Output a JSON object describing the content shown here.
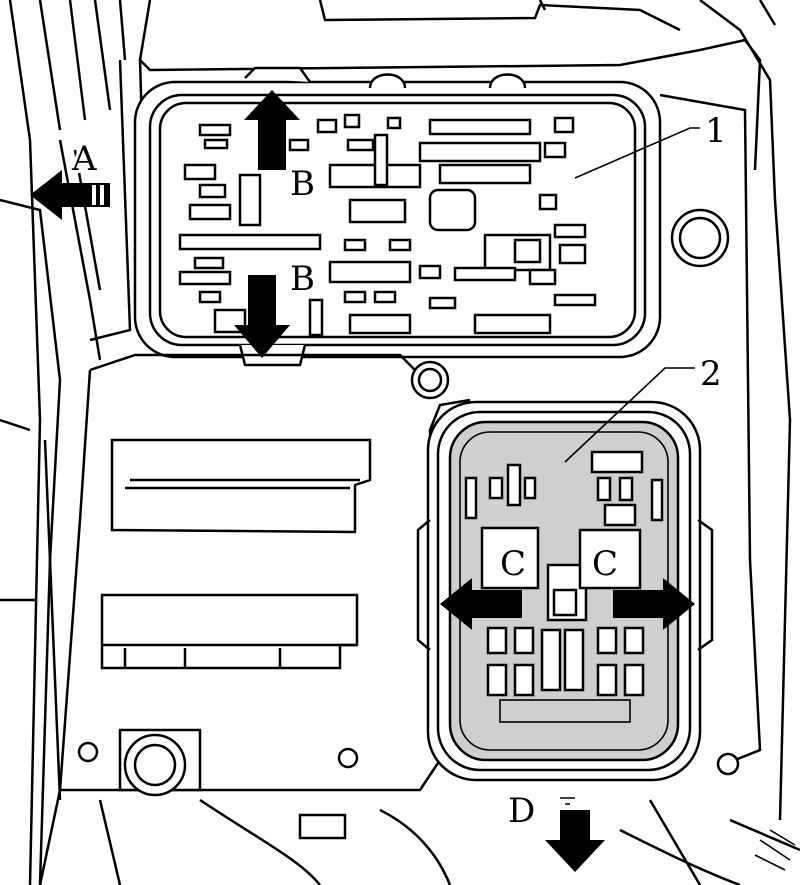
{
  "labels": {
    "part_1": "1",
    "part_2": "2",
    "arrow_a": "A",
    "arrow_b_top": "B",
    "arrow_b_bottom": "B",
    "arrow_c_left": "C",
    "arrow_c_right": "C",
    "arrow_d": "D"
  },
  "colors": {
    "line": "#000000",
    "background": "#ffffff",
    "connector_fill": "#cfcfcf",
    "arrow_fill": "#000000"
  },
  "icons": {
    "arrow": "solid-arrow-icon"
  }
}
